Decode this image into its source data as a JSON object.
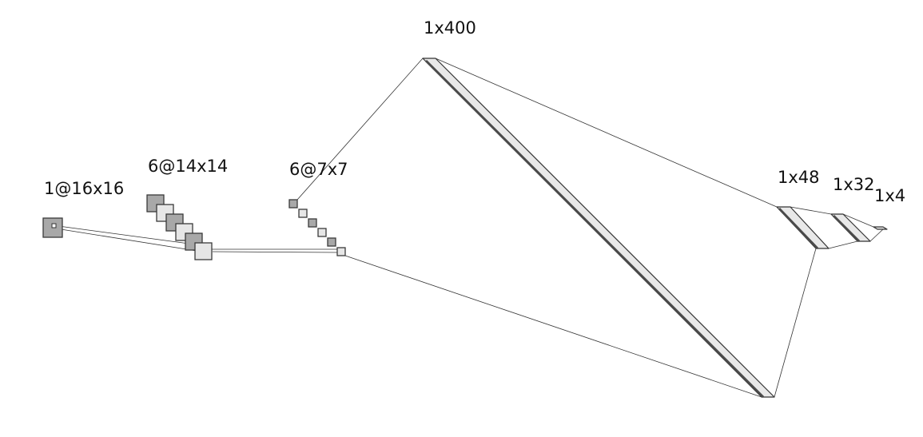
{
  "layers": [
    {
      "id": "input",
      "label": "1@16x16"
    },
    {
      "id": "conv1",
      "label": "6@14x14"
    },
    {
      "id": "pool1",
      "label": "6@7x7"
    },
    {
      "id": "dense1",
      "label": "1x400"
    },
    {
      "id": "dense2",
      "label": "1x48"
    },
    {
      "id": "dense3",
      "label": "1x32"
    },
    {
      "id": "output",
      "label": "1x4"
    }
  ],
  "colors": {
    "map_dark": "#a8a8a8",
    "map_light": "#e6e6e6",
    "vector_face": "#e8e8e8",
    "vector_edge": "#4a4a4a",
    "line": "#333333"
  }
}
